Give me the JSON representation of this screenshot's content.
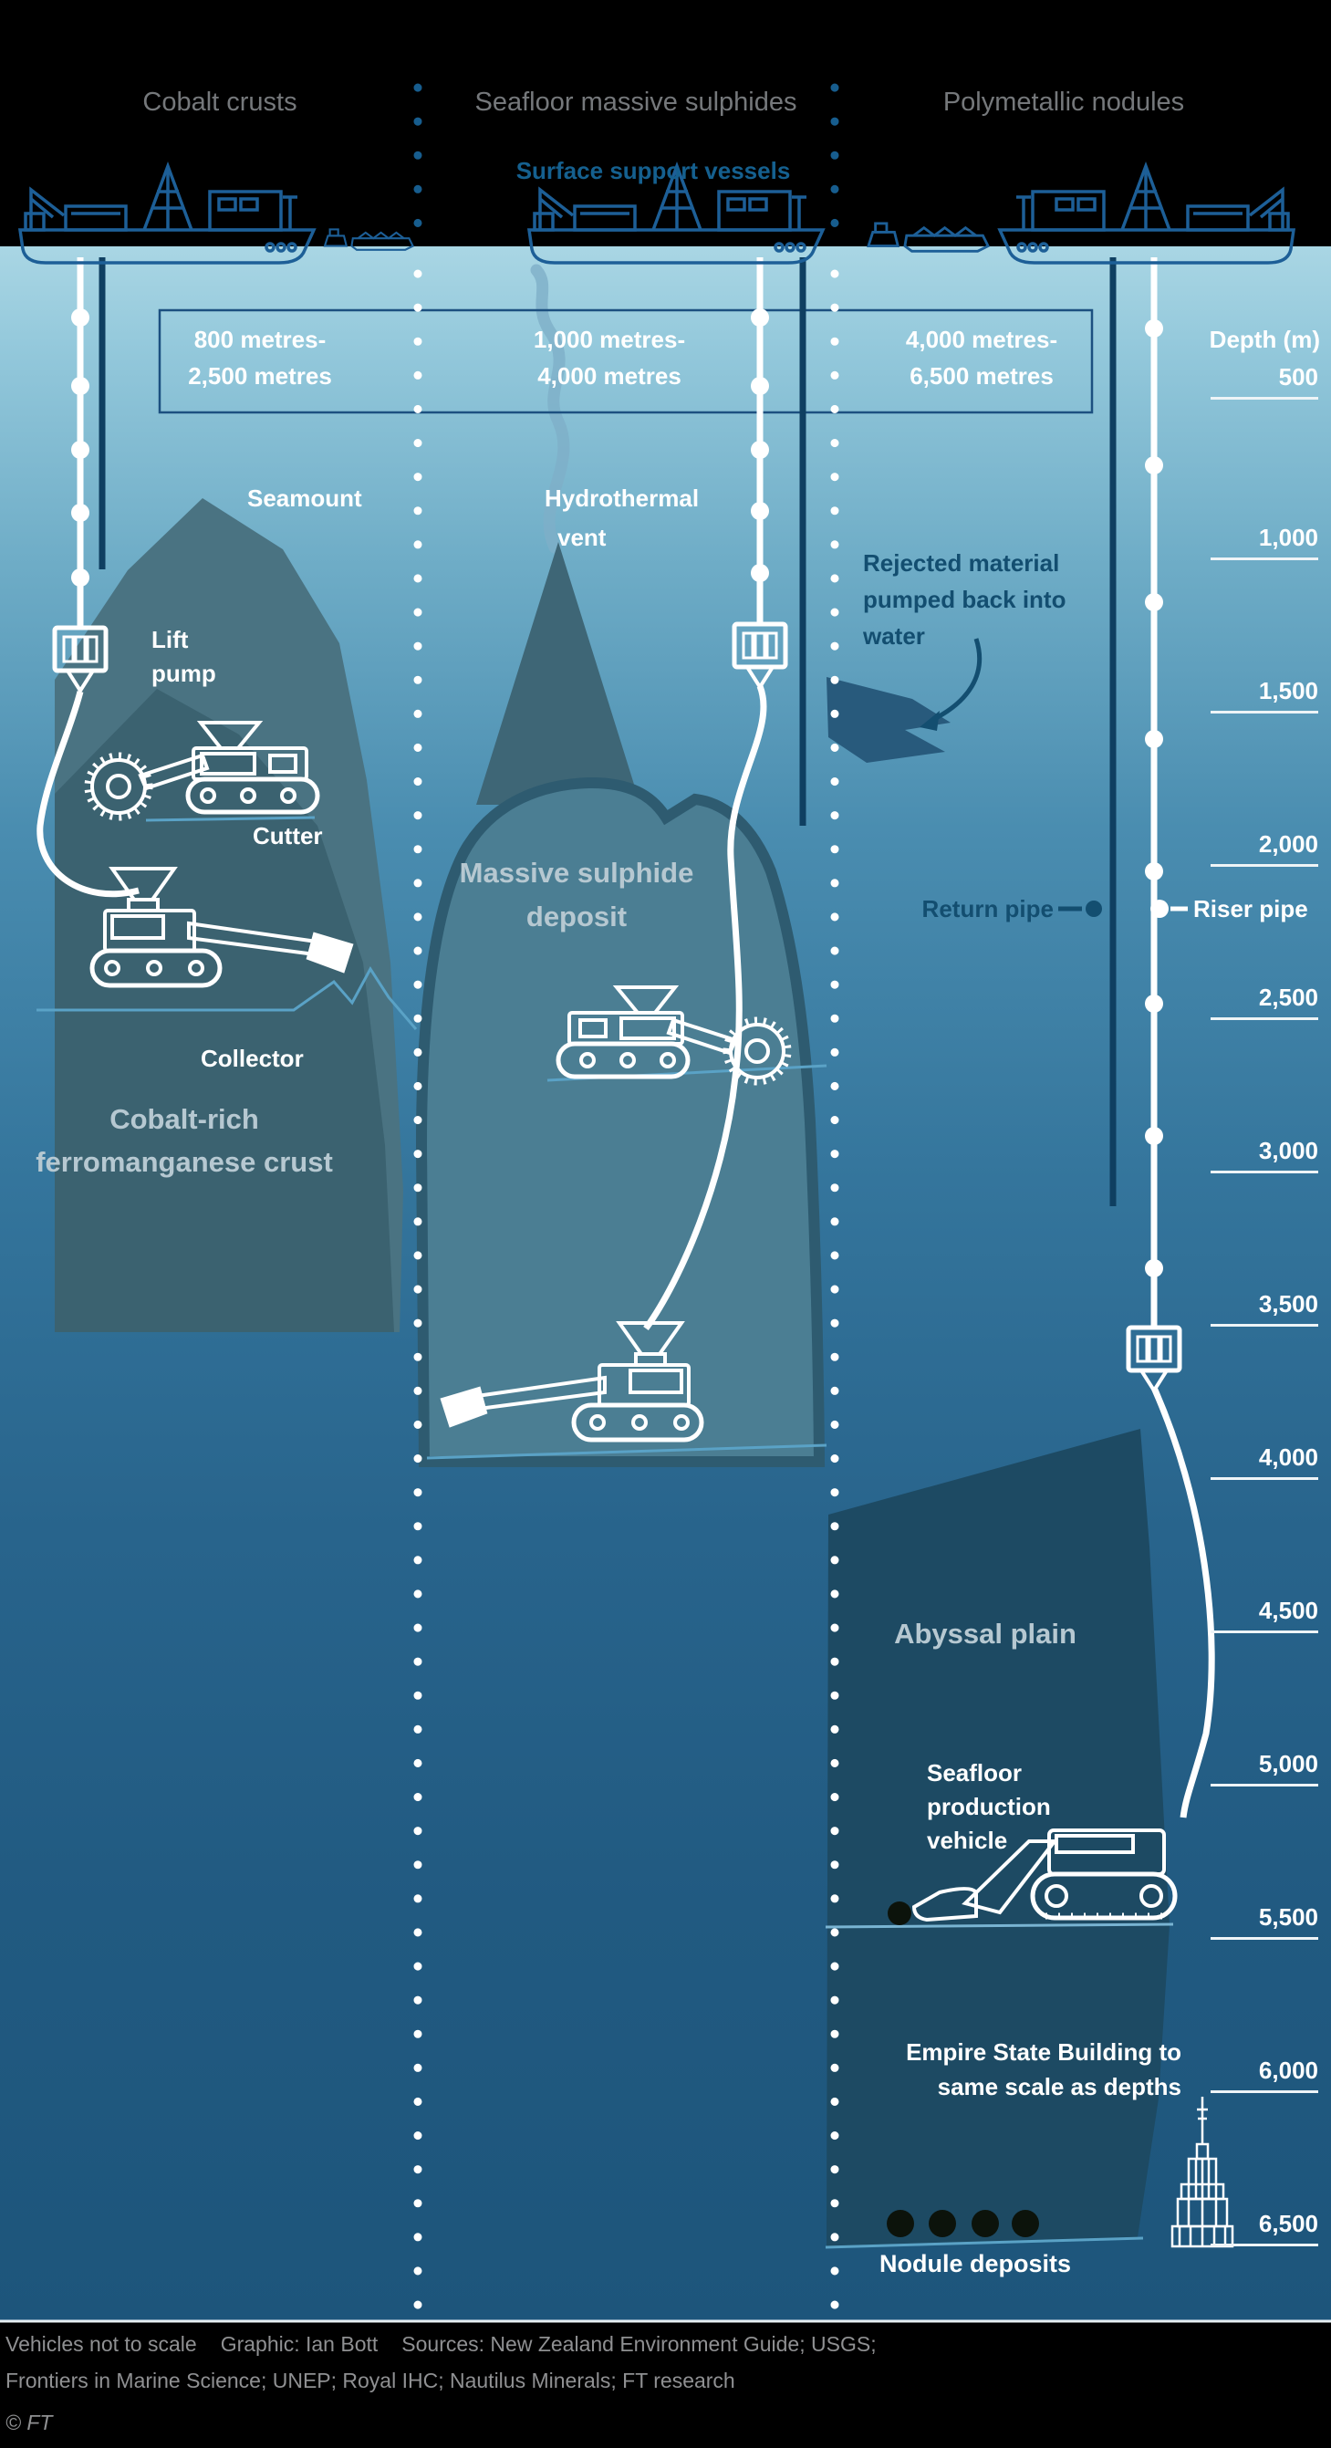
{
  "columns": [
    {
      "title": "Cobalt crusts",
      "range_line1": "800 metres-",
      "range_line2": "2,500 metres"
    },
    {
      "title": "Seafloor massive sulphides",
      "range_line1": "1,000 metres-",
      "range_line2": "4,000 metres"
    },
    {
      "title": "Polymetallic nodules",
      "range_line1": "4,000 metres-",
      "range_line2": "6,500 metres"
    }
  ],
  "surface_label": "Surface support vessels",
  "depth_scale": {
    "title": "Depth (m)",
    "values": [
      "500",
      "1,000",
      "1,500",
      "2,000",
      "2,500",
      "3,000",
      "3,500",
      "4,000",
      "4,500",
      "5,000",
      "5,500",
      "6,000",
      "6,500"
    ]
  },
  "annotations": {
    "seamount": "Seamount",
    "lift_pump_l1": "Lift",
    "lift_pump_l2": "pump",
    "cutter": "Cutter",
    "collector": "Collector",
    "crust_l1": "Cobalt-rich",
    "crust_l2": "ferromanganese crust",
    "vent_l1": "Hydrothermal",
    "vent_l2": "vent",
    "deposit_l1": "Massive sulphide",
    "deposit_l2": "deposit",
    "rejected_l1": "Rejected material",
    "rejected_l2": "pumped back into",
    "rejected_l3": "water",
    "return_pipe": "Return pipe",
    "riser_pipe": "Riser pipe",
    "abyssal": "Abyssal plain",
    "spv_l1": "Seafloor",
    "spv_l2": "production",
    "spv_l3": "vehicle",
    "esb_l1": "Empire State Building to",
    "esb_l2": "same scale as depths",
    "nodules": "Nodule deposits"
  },
  "footer": {
    "note": "Vehicles not to scale",
    "credit": "Graphic: Ian Bott",
    "sources_l1": "Sources: New Zealand Environment Guide; USGS;",
    "sources_l2": "Frontiers in Marine Science; UNEP; Royal IHC; Nautilus Minerals; FT research",
    "copyright": "© FT"
  },
  "colors": {
    "sea_surface": "#a9d6e4",
    "sea_deep": "#1d557b",
    "vessel_blue": "#1d5f97",
    "navy_text": "#134e70",
    "light_label": "#b6c8d1",
    "grey_title": "#75787b",
    "seamount": "#4a7382",
    "deposit": "#4b7e93",
    "abyssal_plain": "#1d4a63"
  }
}
